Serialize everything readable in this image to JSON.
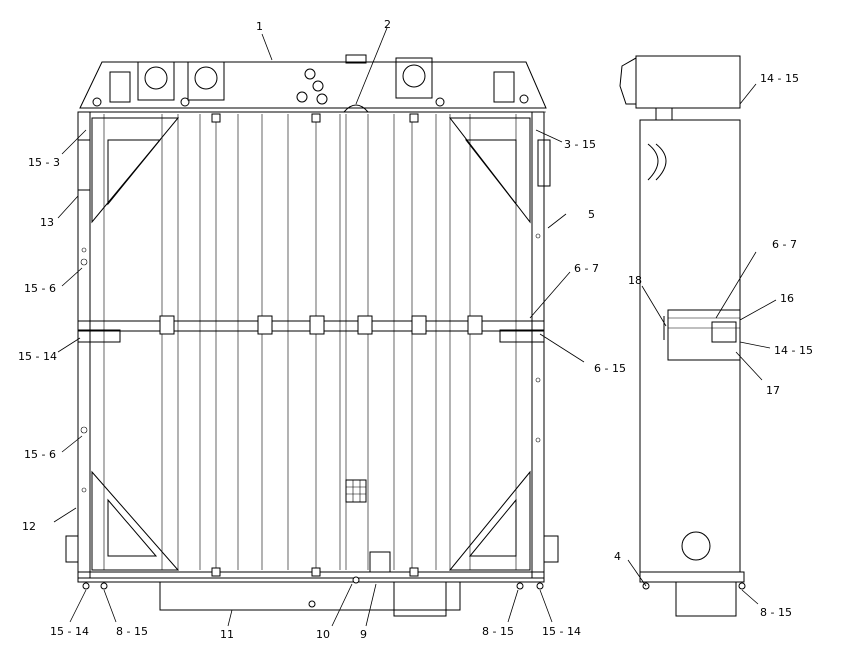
{
  "callouts": {
    "c1": "1",
    "c2": "2",
    "c3_15": "3 - 15",
    "c15_3": "15 - 3",
    "c13": "13",
    "c5": "5",
    "c15_6a": "15 - 6",
    "c6_7": "6 - 7",
    "c15_14": "15 - 14",
    "c6_15": "6 - 15",
    "c15_6b": "15 - 6",
    "c12": "12",
    "c15_14b": "15 - 14",
    "c8_15a": "8 - 15",
    "c11": "11",
    "c10": "10",
    "c9": "9",
    "c8_15b": "8 - 15",
    "c15_14c": "15 - 14",
    "s14_15": "14 - 15",
    "s18": "18",
    "s6_7": "6 - 7",
    "s16": "16",
    "s14_15b": "14 - 15",
    "s17": "17",
    "s4": "4",
    "s8_15": "8 - 15"
  }
}
